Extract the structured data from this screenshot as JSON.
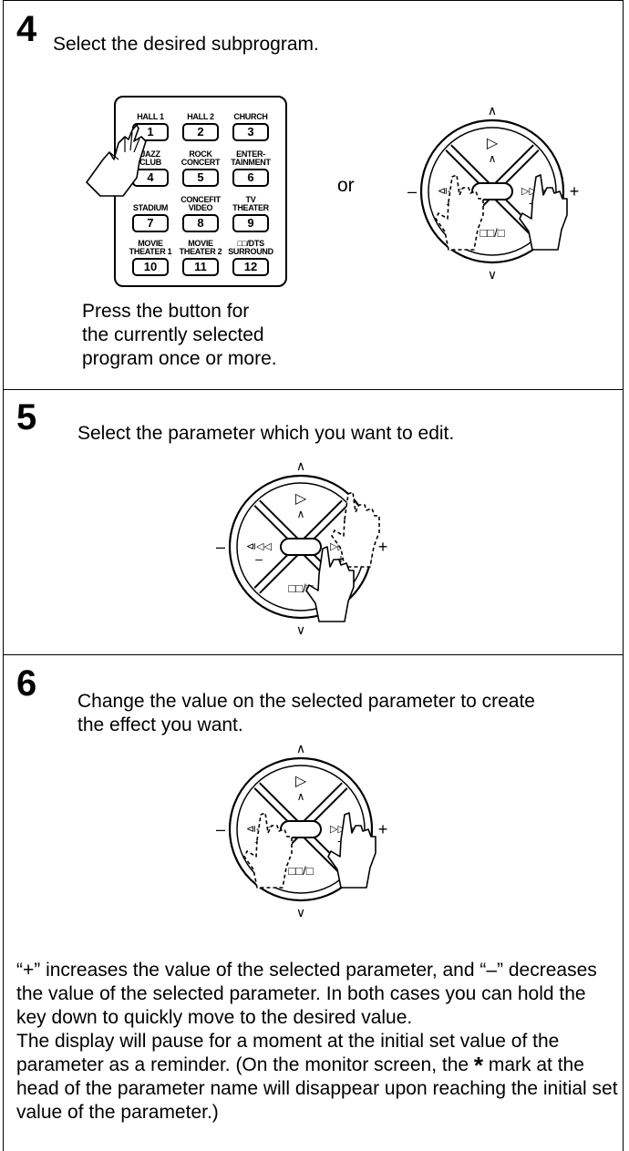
{
  "steps": [
    {
      "number": "4",
      "title": "Select the desired subprogram.",
      "or_label": "or",
      "caption": [
        "Press the button for",
        "the currently selected",
        "program once or more."
      ]
    },
    {
      "number": "5",
      "title": "Select the parameter which you want to edit."
    },
    {
      "number": "6",
      "title": [
        "Change the value on the selected parameter to create",
        "the effect you want."
      ]
    }
  ],
  "keypad": {
    "labels": [
      [
        "HALL 1",
        "HALL 2",
        "CHURCH"
      ],
      [
        "JAZZ|CLUB",
        "ROCK|CONCERT",
        "ENTER-|TAINMENT"
      ],
      [
        "STADIUM",
        "CONCEFIT|VIDEO",
        "TV|THEATER"
      ],
      [
        "MOVIE|THEATER 1",
        "MOVIE|THEATER 2",
        "□□/DTS|SURROUND"
      ]
    ],
    "keys": [
      [
        "1",
        "2",
        "3"
      ],
      [
        "4",
        "5",
        "6"
      ],
      [
        "7",
        "8",
        "9"
      ],
      [
        "10",
        "11",
        "12"
      ]
    ]
  },
  "dial": {
    "minus": "–",
    "plus": "+",
    "inner_minus": "–",
    "inner_plus": "+",
    "skip_back": "⧏◁◁",
    "skip_fwd": "▷▷⧐",
    "play": "▷",
    "pause_stop": "□□/□",
    "up": "∧",
    "down": "∨"
  },
  "notes": {
    "para1": "“+” increases the value of the selected parameter, and “–” decreases the value of the selected parameter. In both cases you can hold the key down to quickly move to the desired value.",
    "para2_a": "The display will pause for a moment at the initial set value of the parameter as a reminder.  (On the monitor screen, the ",
    "star": "*",
    "para2_b": " mark at the head of the parameter name will disappear upon reaching the initial set value of the parameter.)"
  }
}
